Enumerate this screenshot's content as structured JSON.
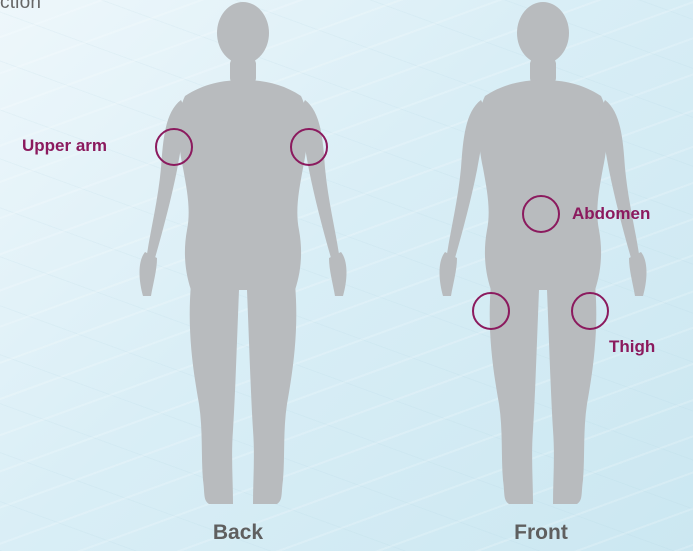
{
  "header": {
    "partial_text": "ction"
  },
  "views": {
    "back_label": "Back",
    "front_label": "Front"
  },
  "sites": {
    "upper_arm": "Upper arm",
    "abdomen": "Abdomen",
    "thigh": "Thigh"
  },
  "colors": {
    "background": "#d9eef6",
    "silhouette": "#b8bbbe",
    "marker": "#8b1a5e",
    "view_label": "#5f5f5f"
  }
}
